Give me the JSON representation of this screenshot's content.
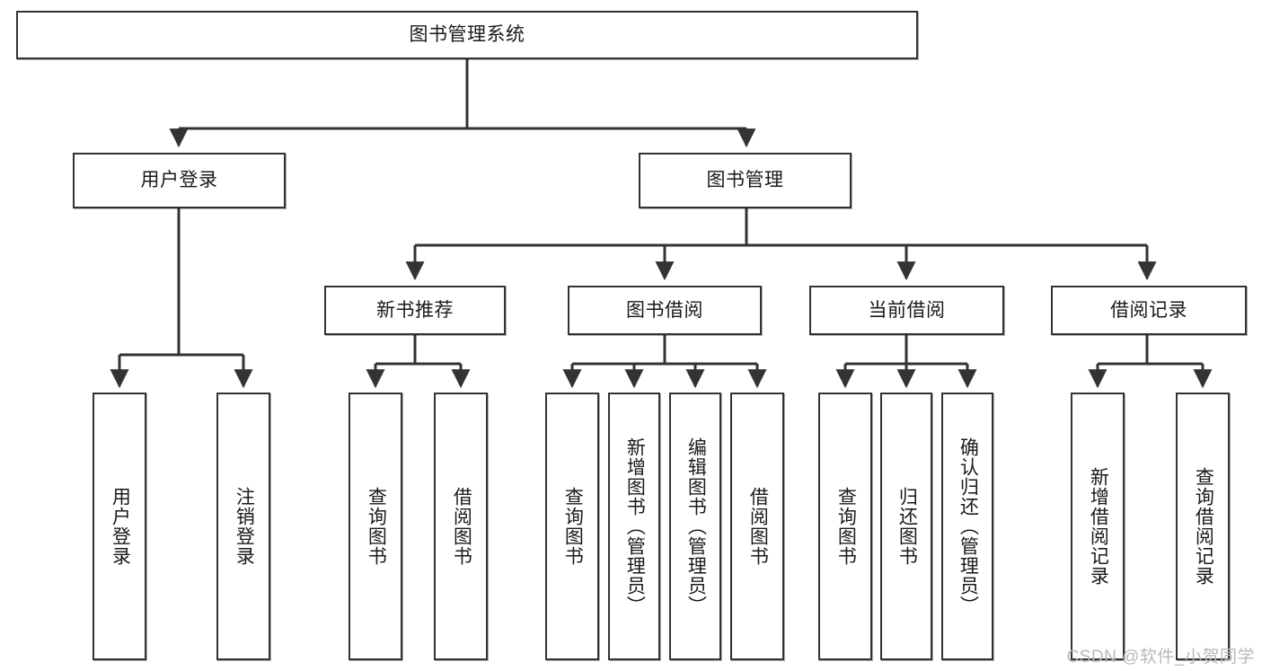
{
  "diagram": {
    "title": "图书管理系统",
    "colors": {
      "box_border": "#333333",
      "box_fill": "#ffffff",
      "connector": "#333333",
      "text": "#1a1a1a",
      "watermark": "#b9b9b9"
    },
    "root": {
      "label": "图书管理系统"
    },
    "level2": [
      {
        "label": "用户登录"
      },
      {
        "label": "图书管理"
      }
    ],
    "level3": [
      {
        "label": "新书推荐"
      },
      {
        "label": "图书借阅"
      },
      {
        "label": "当前借阅"
      },
      {
        "label": "借阅记录"
      }
    ],
    "leaves": [
      {
        "label": "用户登录",
        "parent": "用户登录"
      },
      {
        "label": "注销登录",
        "parent": "用户登录"
      },
      {
        "label": "查询图书",
        "parent": "新书推荐"
      },
      {
        "label": "借阅图书",
        "parent": "新书推荐"
      },
      {
        "label": "查询图书",
        "parent": "图书借阅"
      },
      {
        "label": "新增图书（管理员）",
        "parent": "图书借阅"
      },
      {
        "label": "编辑图书（管理员）",
        "parent": "图书借阅"
      },
      {
        "label": "借阅图书",
        "parent": "图书借阅"
      },
      {
        "label": "查询图书",
        "parent": "当前借阅"
      },
      {
        "label": "归还图书",
        "parent": "当前借阅"
      },
      {
        "label": "确认归还（管理员）",
        "parent": "当前借阅"
      },
      {
        "label": "新增借阅记录",
        "parent": "借阅记录"
      },
      {
        "label": "查询借阅记录",
        "parent": "借阅记录"
      }
    ],
    "watermark": "CSDN @软件_小贺同学"
  }
}
